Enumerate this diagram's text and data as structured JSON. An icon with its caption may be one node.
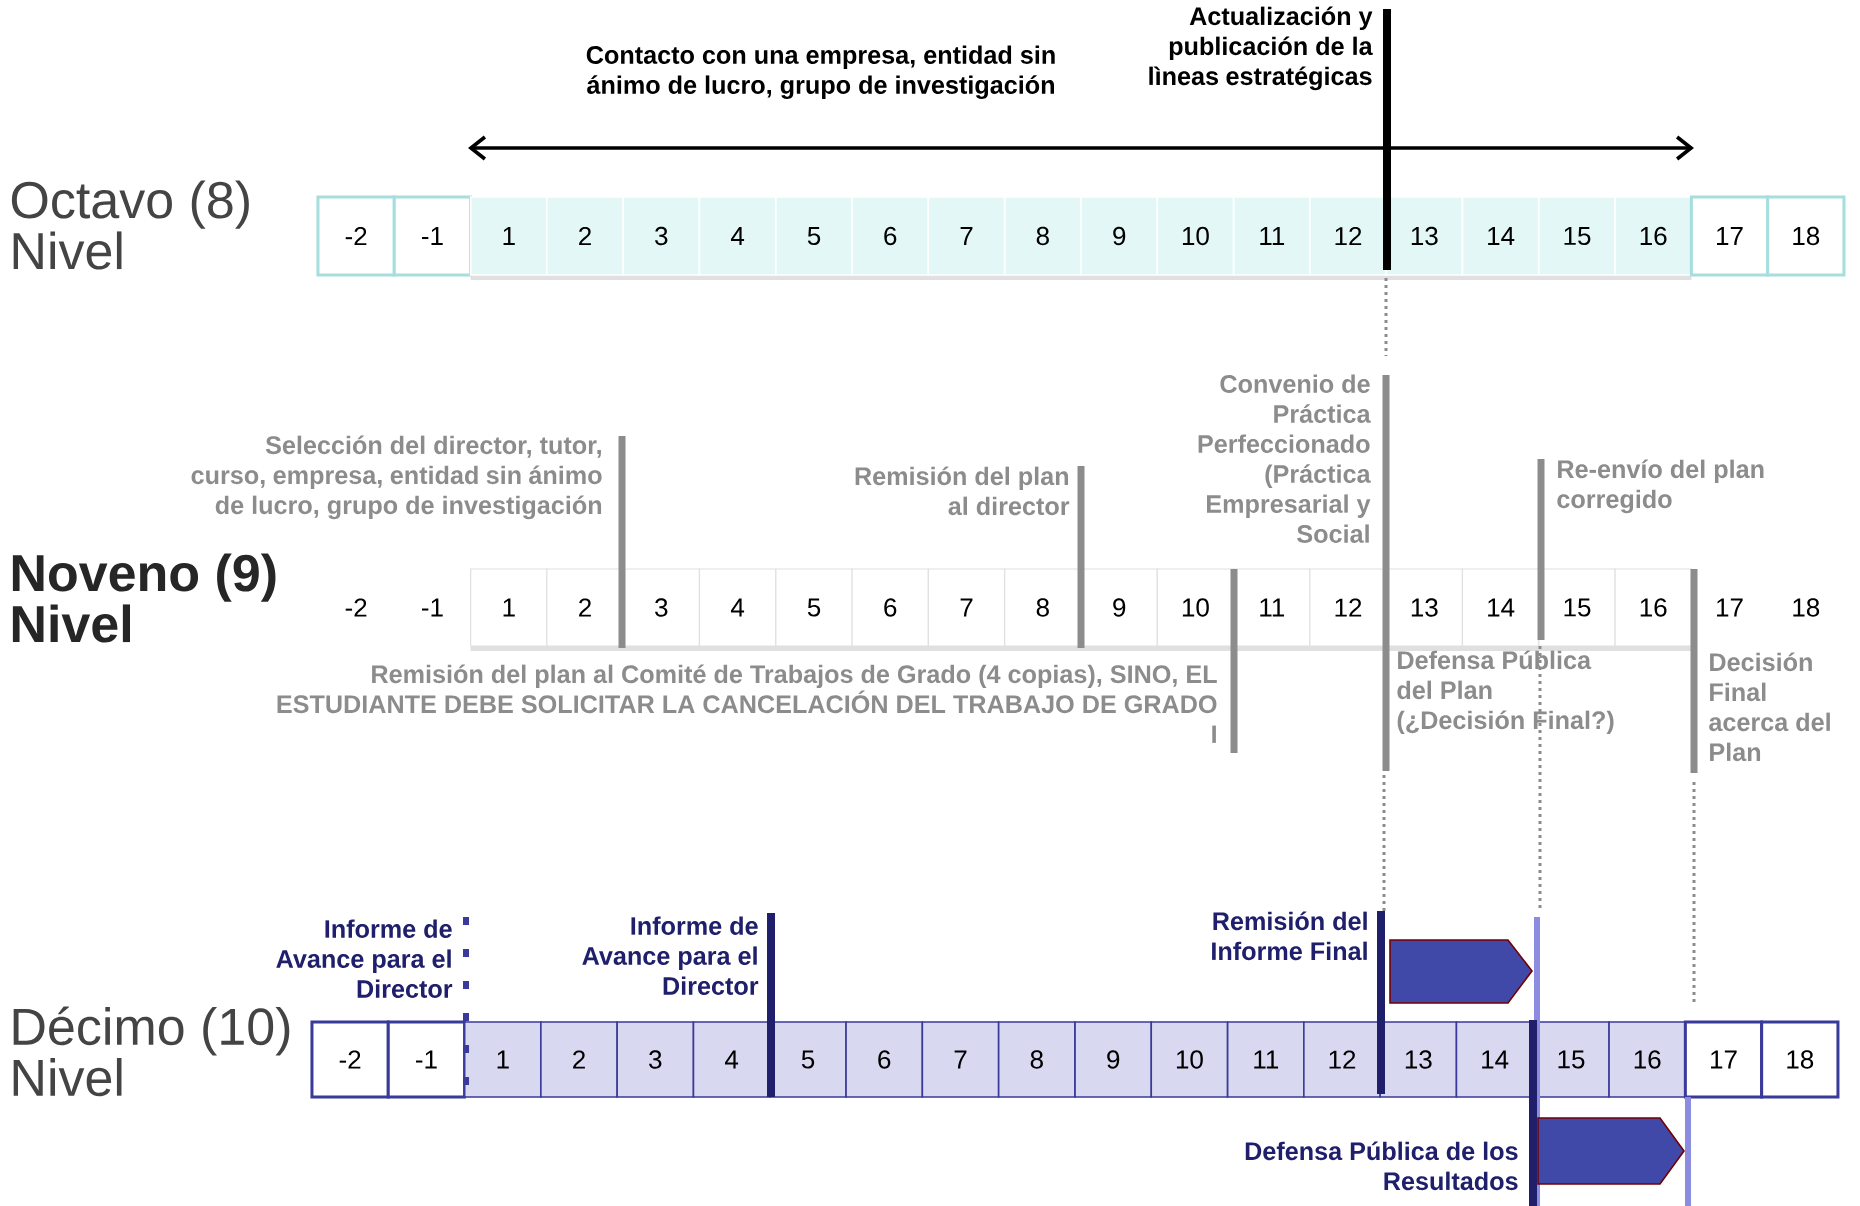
{
  "diagram": {
    "nodes": [
      {
        "text": [
          "-2"
        ]
      },
      {
        "text": [
          "-1"
        ]
      },
      {
        "text": [
          "1"
        ]
      },
      {
        "text": [
          "2"
        ]
      },
      {
        "text": [
          "3"
        ]
      },
      {
        "text": [
          "4"
        ]
      },
      {
        "text": [
          "5"
        ]
      },
      {
        "text": [
          "6"
        ]
      },
      {
        "text": [
          "7"
        ]
      },
      {
        "text": [
          "8"
        ]
      },
      {
        "text": [
          "9"
        ]
      },
      {
        "text": [
          "10"
        ]
      },
      {
        "text": [
          "11"
        ]
      },
      {
        "text": [
          "12"
        ]
      },
      {
        "text": [
          "13"
        ]
      },
      {
        "text": [
          "14"
        ]
      },
      {
        "text": [
          "15"
        ]
      },
      {
        "text": [
          "16"
        ]
      },
      {
        "text": [
          "17"
        ]
      },
      {
        "text": [
          "18"
        ]
      },
      {
        "text": [
          "-2"
        ]
      },
      {
        "text": [
          "-1"
        ]
      },
      {
        "text": [
          "1"
        ]
      },
      {
        "text": [
          "2"
        ],
        "beside": [
          "Selección del director, tutor, curso, empresa, entidad sin ánimo de lucro, grupo de investigación"
        ]
      },
      {
        "text": [
          "3"
        ]
      },
      {
        "text": [
          "4"
        ]
      },
      {
        "text": [
          "5"
        ]
      },
      {
        "text": [
          "6"
        ]
      },
      {
        "text": [
          "7"
        ]
      },
      {
        "text": [
          "8"
        ]
      },
      {
        "text": [
          "9"
        ],
        "beside": [
          "Remisión del plan al director"
        ]
      },
      {
        "text": [
          "10"
        ]
      },
      {
        "text": [
          "11"
        ],
        "beside": [
          "Remisión del plan al Comité de Trabajos de Grado (4 copias), SINO, EL ESTUDIANTE DEBE SOLICITAR LA CANCELACIÓN DEL TRABAJO DE GRADO I"
        ]
      },
      {
        "text": [
          "12"
        ]
      },
      {
        "text": [
          "13"
        ],
        "beside": [
          "Convenio de Práctica Perfeccionado (Práctica Empresarial y Social",
          "Defensa Pública del Plan (¿Decisión Final?)"
        ]
      },
      {
        "text": [
          "14"
        ]
      },
      {
        "text": [
          "15"
        ],
        "beside": [
          "Re-envío del plan corregido"
        ]
      },
      {
        "text": [
          "16"
        ],
        "beside": [
          "Decisión Final acerca del Plan"
        ]
      },
      {
        "text": [
          "17"
        ]
      },
      {
        "text": [
          "18"
        ]
      },
      {
        "text": [
          "-2"
        ]
      },
      {
        "text": [
          "-1"
        ],
        "beside": [
          "Informe de Avance para el Director"
        ]
      },
      {
        "text": [
          "1"
        ]
      },
      {
        "text": [
          "2"
        ]
      },
      {
        "text": [
          "3"
        ]
      },
      {
        "text": [
          "4"
        ]
      },
      {
        "text": [
          "5"
        ],
        "beside": [
          "Informe de Avance para el Director"
        ]
      },
      {
        "text": [
          "6"
        ]
      },
      {
        "text": [
          "7"
        ]
      },
      {
        "text": [
          "8"
        ]
      },
      {
        "text": [
          "9"
        ]
      },
      {
        "text": [
          "10"
        ]
      },
      {
        "text": [
          "11"
        ]
      },
      {
        "text": [
          "12"
        ]
      },
      {
        "text": [
          "13"
        ],
        "beside": [
          "Remisión del Informe Final"
        ]
      },
      {
        "text": [
          "14"
        ]
      },
      {
        "text": [
          "15"
        ],
        "beside": [
          "Defensa Pública de los Resultados"
        ]
      },
      {
        "text": [
          "16"
        ]
      },
      {
        "text": [
          "17"
        ]
      },
      {
        "text": [
          "18"
        ]
      }
    ],
    "labels": [
      "Contacto con una empresa, entidad sin ánimo de lucro, grupo de investigación",
      "Actualización y publicación de la lìneas estratégicas",
      "Octavo (8) Nivel",
      "Noveno (9) Nivel",
      "Décimo (10) Nivel"
    ]
  }
}
